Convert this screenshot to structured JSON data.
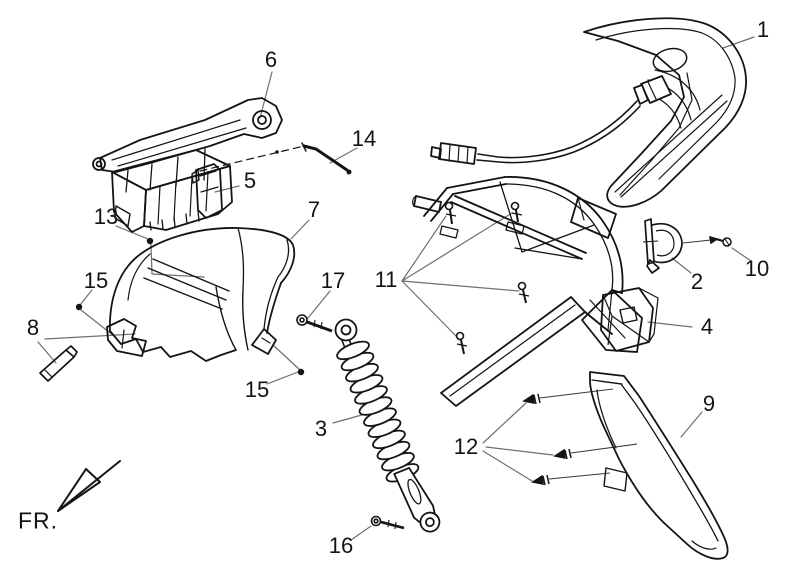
{
  "figure": {
    "background": "#ffffff",
    "ink_color": "#141414",
    "leader_color": "#6f6f6f"
  },
  "direction_indicator": {
    "label": "FR."
  },
  "callouts": [
    {
      "text": "1"
    },
    {
      "text": "2"
    },
    {
      "text": "3"
    },
    {
      "text": "4"
    },
    {
      "text": "5"
    },
    {
      "text": "6"
    },
    {
      "text": "7"
    },
    {
      "text": "8"
    },
    {
      "text": "9"
    },
    {
      "text": "10"
    },
    {
      "text": "11"
    },
    {
      "text": "12"
    },
    {
      "text": "13"
    },
    {
      "text": "14"
    },
    {
      "text": "15"
    },
    {
      "text": "15"
    },
    {
      "text": "16"
    },
    {
      "text": "17"
    }
  ]
}
